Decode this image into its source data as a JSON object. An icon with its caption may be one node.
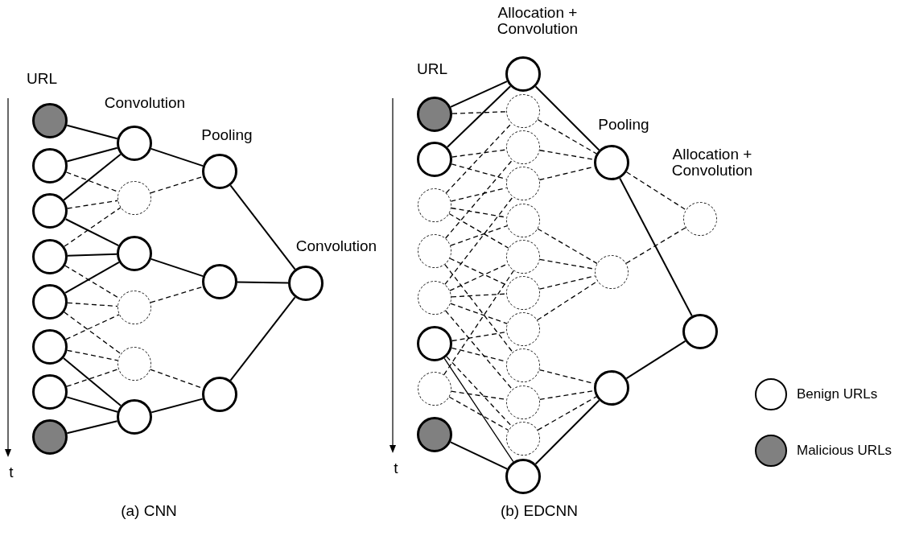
{
  "diagram": {
    "nodes": [
      {
        "text": [],
        "shape": "circle"
      },
      {
        "text": [],
        "shape": "circle"
      },
      {
        "text": [],
        "shape": "circle"
      },
      {
        "text": [],
        "shape": "circle"
      },
      {
        "text": [],
        "shape": "circle"
      },
      {
        "text": [],
        "shape": "circle"
      },
      {
        "text": [],
        "shape": "circle"
      },
      {
        "text": [],
        "shape": "circle"
      },
      {
        "text": [],
        "shape": "circle"
      },
      {
        "text": [],
        "shape": "circle"
      },
      {
        "text": [],
        "shape": "circle"
      },
      {
        "text": [],
        "shape": "circle"
      },
      {
        "text": [],
        "shape": "circle"
      },
      {
        "text": [],
        "shape": "circle"
      },
      {
        "text": [],
        "shape": "circle"
      },
      {
        "text": [],
        "shape": "circle"
      },
      {
        "text": [],
        "shape": "circle"
      },
      {
        "text": [],
        "shape": "circle"
      },
      {
        "text": [],
        "shape": "circle"
      },
      {
        "text": [],
        "shape": "circle"
      },
      {
        "text": [],
        "shape": "circle"
      },
      {
        "text": [],
        "shape": "circle"
      },
      {
        "text": [],
        "shape": "circle"
      },
      {
        "text": [],
        "shape": "circle"
      },
      {
        "text": [],
        "shape": "circle"
      },
      {
        "text": [],
        "shape": "circle"
      },
      {
        "text": [],
        "shape": "circle"
      },
      {
        "text": [],
        "shape": "circle"
      },
      {
        "text": [],
        "shape": "circle"
      },
      {
        "text": [],
        "shape": "circle"
      },
      {
        "text": [],
        "shape": "circle"
      },
      {
        "text": [],
        "shape": "circle"
      },
      {
        "text": [],
        "shape": "circle"
      },
      {
        "text": [],
        "shape": "circle"
      },
      {
        "text": [],
        "shape": "circle"
      },
      {
        "text": [],
        "shape": "circle"
      },
      {
        "text": [],
        "shape": "circle"
      },
      {
        "text": [],
        "shape": "circle"
      },
      {
        "text": [],
        "shape": "circle"
      },
      {
        "text": [],
        "shape": "circle"
      },
      {
        "text": [],
        "shape": "circle"
      },
      {
        "text": [],
        "shape": "circle"
      },
      {
        "text": [],
        "shape": "circle"
      }
    ],
    "edges": [
      {
        "from": 0,
        "to": 8,
        "arrow": "none"
      },
      {
        "from": 1,
        "to": 8,
        "arrow": "none"
      },
      {
        "from": 2,
        "to": 8,
        "arrow": "none"
      },
      {
        "from": 1,
        "to": 9,
        "arrow": "none",
        "style": "dashed"
      },
      {
        "from": 2,
        "to": 9,
        "arrow": "none",
        "style": "dashed"
      },
      {
        "from": 3,
        "to": 9,
        "arrow": "none",
        "style": "dashed"
      },
      {
        "from": 2,
        "to": 10,
        "arrow": "none"
      },
      {
        "from": 3,
        "to": 10,
        "arrow": "none"
      },
      {
        "from": 4,
        "to": 10,
        "arrow": "none"
      },
      {
        "from": 3,
        "to": 11,
        "arrow": "none",
        "style": "dashed"
      },
      {
        "from": 4,
        "to": 11,
        "arrow": "none",
        "style": "dashed"
      },
      {
        "from": 5,
        "to": 11,
        "arrow": "none",
        "style": "dashed"
      },
      {
        "from": 4,
        "to": 12,
        "arrow": "none",
        "style": "dashed"
      },
      {
        "from": 5,
        "to": 12,
        "arrow": "none",
        "style": "dashed"
      },
      {
        "from": 6,
        "to": 12,
        "arrow": "none",
        "style": "dashed"
      },
      {
        "from": 5,
        "to": 13,
        "arrow": "none"
      },
      {
        "from": 6,
        "to": 13,
        "arrow": "none"
      },
      {
        "from": 7,
        "to": 13,
        "arrow": "none"
      },
      {
        "from": 8,
        "to": 14,
        "arrow": "none"
      },
      {
        "from": 9,
        "to": 14,
        "arrow": "none",
        "style": "dashed"
      },
      {
        "from": 10,
        "to": 15,
        "arrow": "none"
      },
      {
        "from": 11,
        "to": 15,
        "arrow": "none",
        "style": "dashed"
      },
      {
        "from": 12,
        "to": 16,
        "arrow": "none",
        "style": "dashed"
      },
      {
        "from": 13,
        "to": 16,
        "arrow": "none"
      },
      {
        "from": 14,
        "to": 17,
        "arrow": "none"
      },
      {
        "from": 15,
        "to": 17,
        "arrow": "none"
      },
      {
        "from": 16,
        "to": 17,
        "arrow": "none"
      },
      {
        "from": 18,
        "to": 26,
        "arrow": "none"
      },
      {
        "from": 19,
        "to": 26,
        "arrow": "none"
      },
      {
        "from": 18,
        "to": 27,
        "arrow": "none",
        "style": "dashed"
      },
      {
        "from": 20,
        "to": 27,
        "arrow": "none",
        "style": "dashed"
      },
      {
        "from": 19,
        "to": 28,
        "arrow": "none",
        "style": "dashed"
      },
      {
        "from": 21,
        "to": 28,
        "arrow": "none",
        "style": "dashed"
      },
      {
        "from": 19,
        "to": 29,
        "arrow": "none",
        "style": "dashed"
      },
      {
        "from": 20,
        "to": 29,
        "arrow": "none",
        "style": "dashed"
      },
      {
        "from": 22,
        "to": 29,
        "arrow": "none",
        "style": "dashed"
      },
      {
        "from": 20,
        "to": 30,
        "arrow": "none",
        "style": "dashed"
      },
      {
        "from": 21,
        "to": 30,
        "arrow": "none",
        "style": "dashed"
      },
      {
        "from": 20,
        "to": 31,
        "arrow": "none",
        "style": "dashed"
      },
      {
        "from": 22,
        "to": 31,
        "arrow": "none",
        "style": "dashed"
      },
      {
        "from": 24,
        "to": 31,
        "arrow": "none",
        "style": "dashed"
      },
      {
        "from": 21,
        "to": 32,
        "arrow": "none",
        "style": "dashed"
      },
      {
        "from": 22,
        "to": 32,
        "arrow": "none",
        "style": "dashed"
      },
      {
        "from": 22,
        "to": 33,
        "arrow": "none",
        "style": "dashed"
      },
      {
        "from": 23,
        "to": 33,
        "arrow": "none",
        "style": "dashed"
      },
      {
        "from": 21,
        "to": 34,
        "arrow": "none",
        "style": "dashed"
      },
      {
        "from": 23,
        "to": 34,
        "arrow": "none",
        "style": "dashed"
      },
      {
        "from": 22,
        "to": 35,
        "arrow": "none",
        "style": "dashed"
      },
      {
        "from": 24,
        "to": 35,
        "arrow": "none",
        "style": "dashed"
      },
      {
        "from": 23,
        "to": 36,
        "arrow": "none",
        "style": "dashed"
      },
      {
        "from": 24,
        "to": 36,
        "arrow": "none",
        "style": "dashed"
      },
      {
        "from": 23,
        "to": 37,
        "arrow": "none"
      },
      {
        "from": 25,
        "to": 37,
        "arrow": "none"
      },
      {
        "from": 26,
        "to": 38,
        "arrow": "none"
      },
      {
        "from": 27,
        "to": 38,
        "arrow": "none",
        "style": "dashed"
      },
      {
        "from": 28,
        "to": 38,
        "arrow": "none",
        "style": "dashed"
      },
      {
        "from": 29,
        "to": 38,
        "arrow": "none",
        "style": "dashed"
      },
      {
        "from": 30,
        "to": 39,
        "arrow": "none",
        "style": "dashed"
      },
      {
        "from": 31,
        "to": 39,
        "arrow": "none",
        "style": "dashed"
      },
      {
        "from": 32,
        "to": 39,
        "arrow": "none",
        "style": "dashed"
      },
      {
        "from": 33,
        "to": 39,
        "arrow": "none",
        "style": "dashed"
      },
      {
        "from": 34,
        "to": 40,
        "arrow": "none",
        "style": "dashed"
      },
      {
        "from": 35,
        "to": 40,
        "arrow": "none",
        "style": "dashed"
      },
      {
        "from": 36,
        "to": 40,
        "arrow": "none",
        "style": "dashed"
      },
      {
        "from": 37,
        "to": 40,
        "arrow": "none"
      },
      {
        "from": 38,
        "to": 41,
        "arrow": "none",
        "style": "dashed"
      },
      {
        "from": 39,
        "to": 41,
        "arrow": "none",
        "style": "dashed"
      },
      {
        "from": 38,
        "to": 42,
        "arrow": "none"
      },
      {
        "from": 40,
        "to": 42,
        "arrow": "none"
      }
    ],
    "labels": [
      "URL",
      "Convolution",
      "Pooling",
      "Convolution",
      "t",
      "(a) CNN",
      "URL",
      "Allocation + Convolution",
      "Pooling",
      "Allocation + Convolution",
      "t",
      "(b) EDCNN"
    ],
    "legend": [
      {
        "text": "Benign URLs",
        "color": "#ffffff"
      },
      {
        "text": "Malicious URLs",
        "color": "#808080"
      }
    ]
  }
}
